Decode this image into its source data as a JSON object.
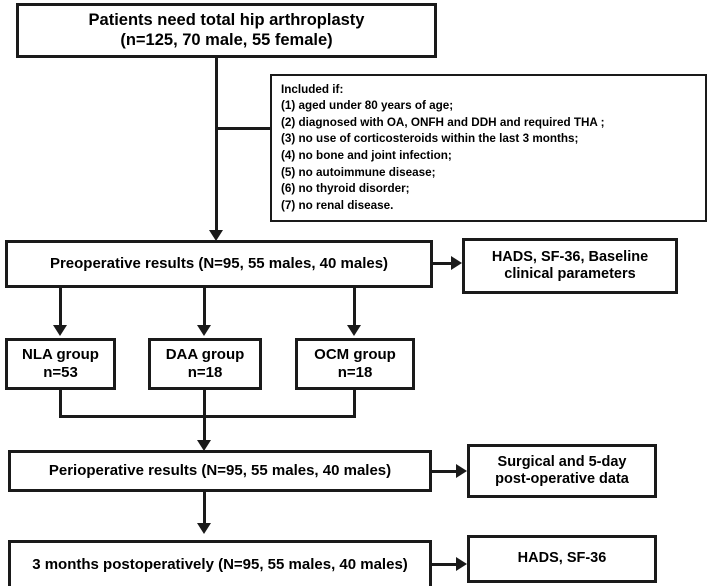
{
  "diagram": {
    "title": "Patient enrollment and study design flowchart",
    "colors": {
      "line": "#1a1a1a",
      "box_border": "#1a1a1a",
      "background": "#ffffff",
      "text": "#000000"
    }
  },
  "nodes": {
    "top": {
      "line1": "Patients need total hip arthroplasty",
      "line2": "(n=125, 70 male, 55 female)",
      "text": "Patients need total hip arthroplasty\n(n=125, 70 male, 55 female)"
    },
    "criteria": {
      "heading": "Included if:",
      "items": [
        "(1) aged under 80 years of age;",
        "(2) diagnosed with OA, ONFH and DDH and required THA ;",
        "(3) no use of corticosteroids within the last 3 months;",
        "(4) no bone and joint infection;",
        "(5) no autoimmune disease;",
        "(6) no thyroid disorder;",
        "(7) no renal disease."
      ],
      "text": "Included if:\n(1) aged under 80 years of age;\n(2) diagnosed with OA, ONFH and DDH and required THA ;\n(3) no use of corticosteroids within the last 3 months;\n(4) no bone and joint infection;\n(5) no autoimmune disease;\n(6) no thyroid disorder;\n(7) no renal disease."
    },
    "preoperative": {
      "text": "Preoperative results (N=95,  55 males, 40 males)"
    },
    "preoperative_outcomes": {
      "line1": "HADS, SF-36, Baseline",
      "line2": "clinical parameters",
      "text": "HADS, SF-36, Baseline\nclinical parameters"
    },
    "group_nla": {
      "name": "NLA group",
      "count": "n=53",
      "text": "NLA group\nn=53"
    },
    "group_daa": {
      "name": "DAA group",
      "count": "n=18",
      "text": "DAA group\nn=18"
    },
    "group_ocm": {
      "name": "OCM group",
      "count": "n=18",
      "text": "OCM group\nn=18"
    },
    "perioperative": {
      "text": "Perioperative results (N=95,  55 males, 40 males)"
    },
    "perioperative_outcomes": {
      "line1": "Surgical and 5-day",
      "line2": "post-operative data",
      "text": "Surgical and 5-day\npost-operative data"
    },
    "three_months": {
      "text": "3 months postoperatively (N=95,  55 males, 40 males)"
    },
    "three_months_outcomes": {
      "text": "HADS, SF-36"
    }
  }
}
